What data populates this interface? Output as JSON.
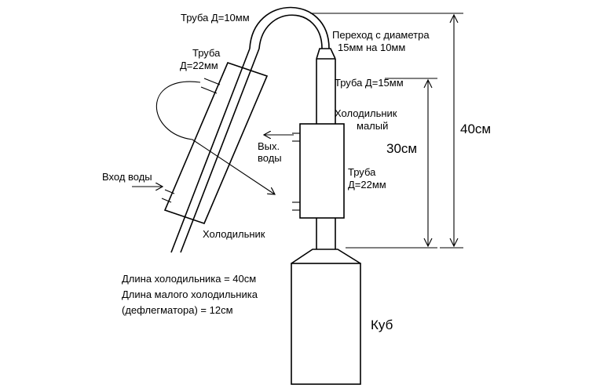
{
  "labels": {
    "pipe_top": "Труба Д=10мм",
    "transition_1": "Переход с диаметра",
    "transition_2": "15мм на 10мм",
    "pipe_left_1": "Труба",
    "pipe_left_2": "Д=22мм",
    "pipe_15": "Труба Д=15мм",
    "small_cond_1": "Холодильник",
    "small_cond_2": "малый",
    "water_out_1": "Вых.",
    "water_out_2": "воды",
    "dim_30": "30см",
    "dim_40": "40см",
    "pipe_right_1": "Труба",
    "pipe_right_2": "Д=22мм",
    "water_in": "Вход воды",
    "condenser": "Холодильник",
    "note_1": "Длина холодильника = 40см",
    "note_2": "Длина малого холодильника",
    "note_3": "(дефлегматора) = 12см",
    "cube": "Куб"
  }
}
